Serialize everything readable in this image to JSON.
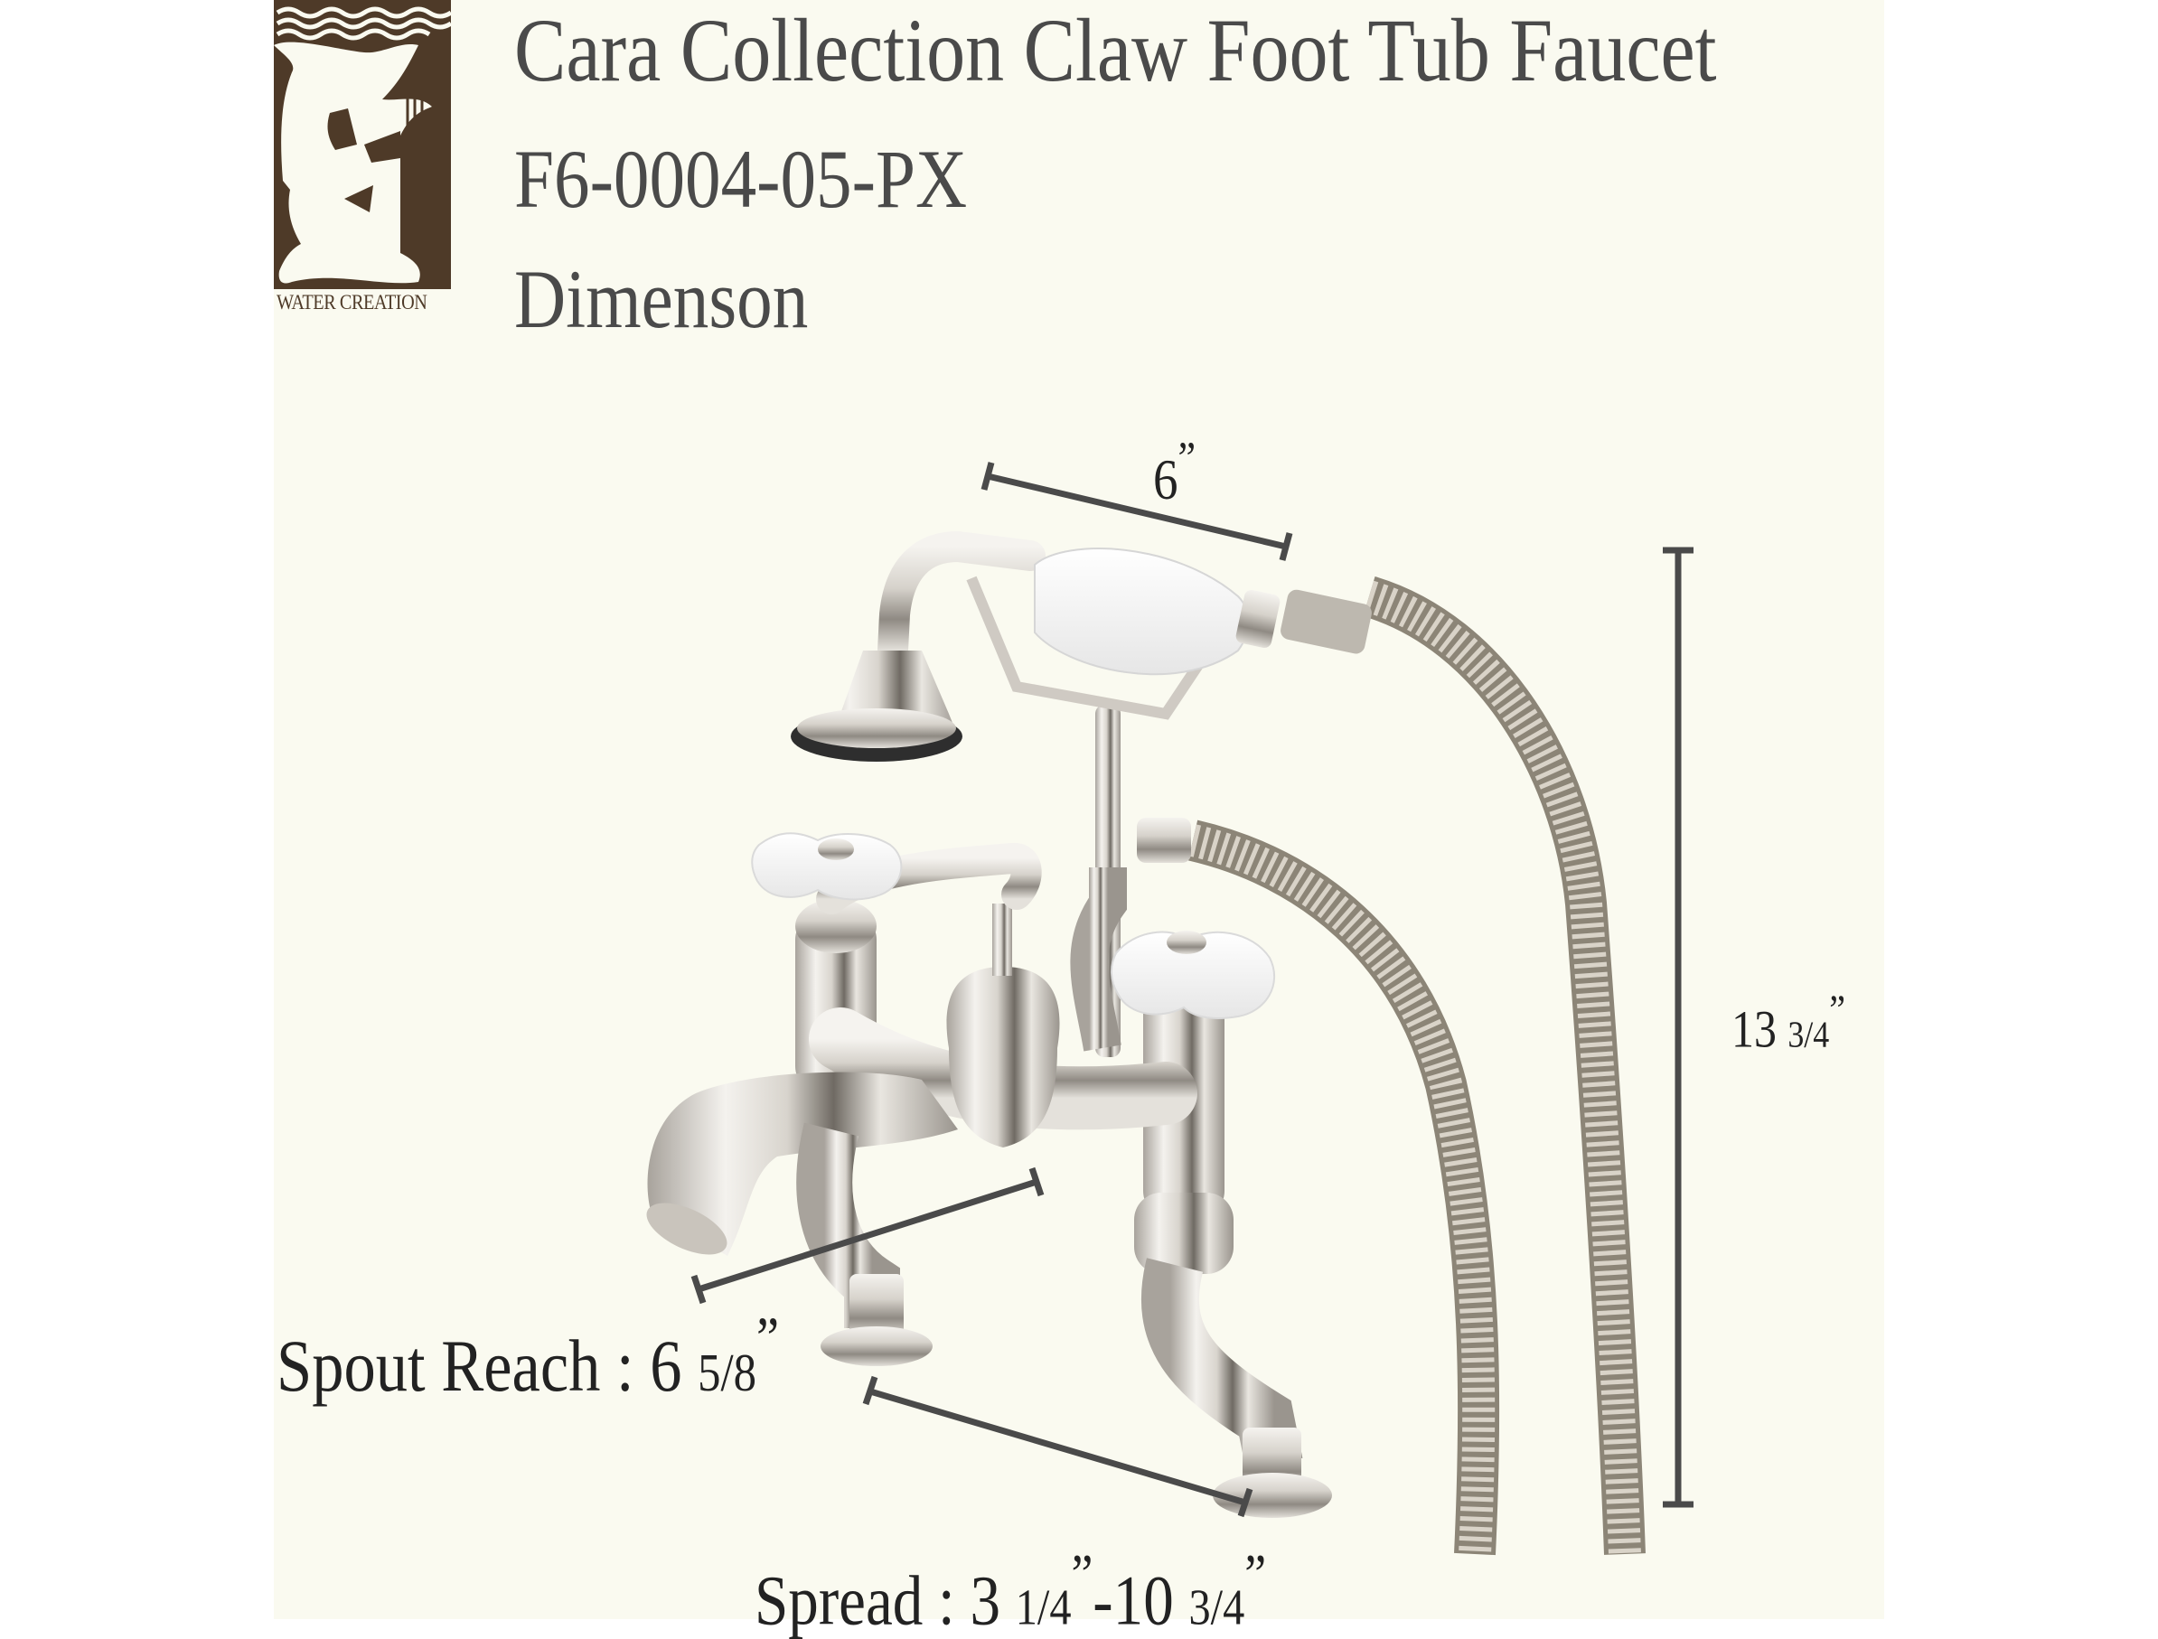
{
  "brand": {
    "name": "WATER CREATION",
    "logo_icon": "kneeling-figure-with-harp-icon",
    "colors": {
      "logo_bg": "#4e3a28",
      "logo_fg": "#fafaf0"
    }
  },
  "header": {
    "title": "Cara Collection Claw Foot Tub Faucet",
    "model_number": "F6-0004-05-PX",
    "subtitle": "Dimenson"
  },
  "dimensions": {
    "handshower_width": {
      "whole": "6",
      "fraction": "",
      "unit": "”"
    },
    "overall_height": {
      "whole": "13",
      "fraction": "3/4",
      "unit": "”"
    },
    "spout_reach": {
      "label": "Spout Reach :",
      "whole": "6",
      "fraction": "5/8",
      "unit": "”"
    },
    "spread": {
      "label": "Spread :",
      "min_whole": "3",
      "min_fraction": "1/4",
      "min_unit": "”",
      "separator": "-",
      "max_whole": "10",
      "max_fraction": "3/4",
      "max_unit": "”"
    }
  },
  "colors": {
    "background": "#fafaf0",
    "heading_text": "#4a4a4a",
    "label_text": "#222222",
    "dimension_line": "#4a4a4a",
    "finish": "polished-nickel"
  }
}
